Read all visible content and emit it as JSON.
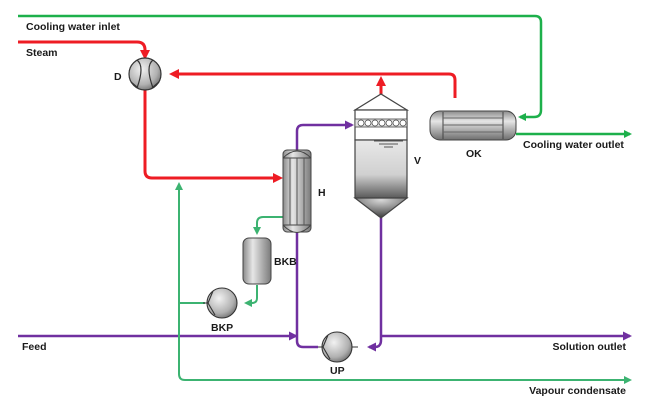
{
  "diagram": {
    "type": "process flow diagram",
    "streams": {
      "cooling_water_inlet": "Cooling water inlet",
      "steam": "Steam",
      "cooling_water_outlet": "Cooling water outlet",
      "feed": "Feed",
      "solution_outlet": "Solution outlet",
      "vapour_condensate": "Vapour condensate"
    },
    "equipment": {
      "desuperheater": "D",
      "heater": "H",
      "separator": "V",
      "condenser": "OK",
      "condensate_tank": "BKB",
      "condensate_pump": "BKP",
      "circulation_pump": "UP"
    },
    "colors": {
      "cooling_water": "#1db04b",
      "steam": "#ee1c24",
      "solution": "#7030a0",
      "condensate": "#3cb371",
      "equipment_gray": "#b8b8b8"
    }
  }
}
